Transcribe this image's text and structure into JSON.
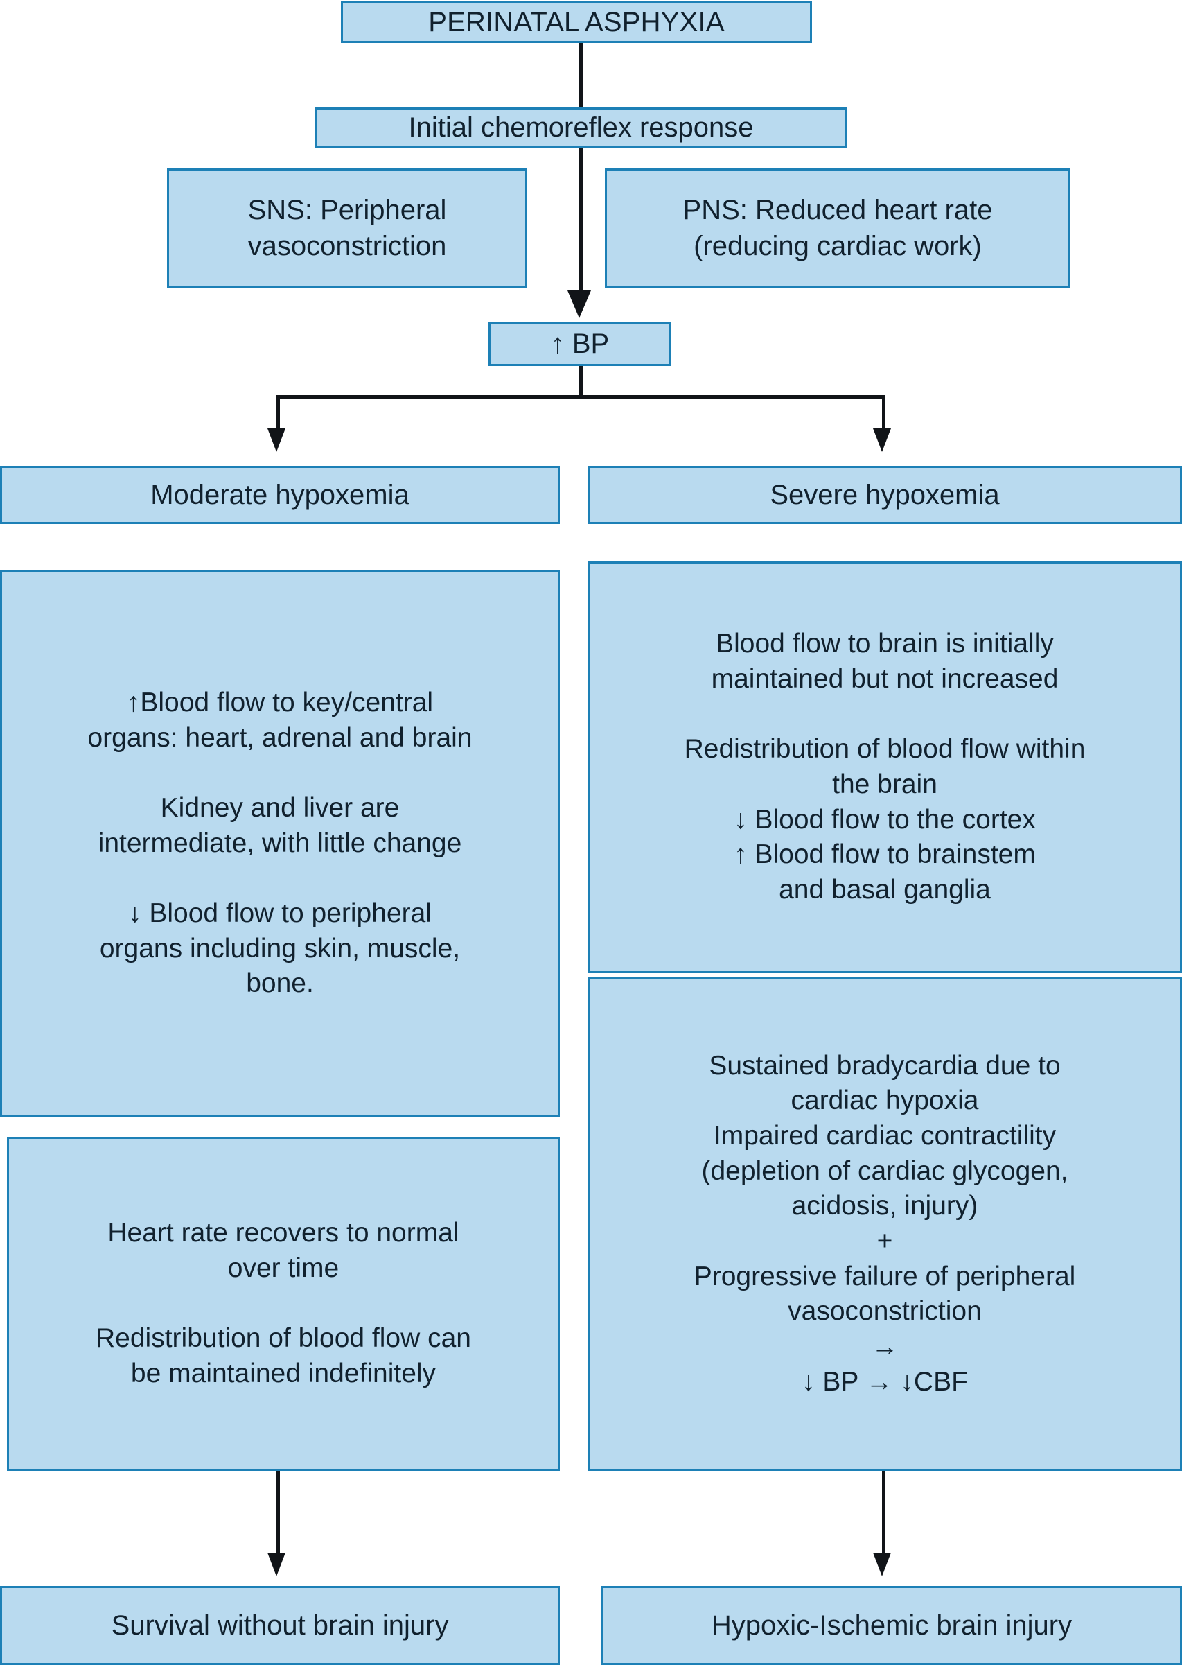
{
  "diagram": {
    "title": "Perinatal asphyxia cardiovascular response flowchart",
    "colors": {
      "box_fill": "#b9daef",
      "box_border": "#1d80b6",
      "text": "#11212e",
      "connector": "#111418",
      "background": "#ffffff"
    },
    "nodes": {
      "perinatal_asphyxia": "PERINATAL ASPHYXIA",
      "initial_chemoreflex": "Initial chemoreflex response",
      "sns": "SNS: Peripheral\nvasoconstriction",
      "pns": "PNS: Reduced heart rate\n(reducing cardiac work)",
      "bp_increase": "↑ BP",
      "moderate_hypoxemia": "Moderate hypoxemia",
      "severe_hypoxemia": "Severe hypoxemia",
      "moderate_detail": "↑Blood flow to key/central\norgans: heart, adrenal and brain\n\nKidney and liver are\nintermediate, with little change\n\n↓ Blood flow to peripheral\norgans including skin, muscle,\nbone.",
      "moderate_outcome_detail": "Heart rate recovers to normal\nover time\n\nRedistribution of blood flow can\nbe maintained indefinitely",
      "severe_detail": "Blood flow to brain is initially\nmaintained but not increased\n\nRedistribution of blood flow within\nthe brain\n↓ Blood flow to the cortex\n↑  Blood flow to brainstem\nand basal ganglia",
      "severe_cardiac_detail": "Sustained bradycardia due to\ncardiac hypoxia\nImpaired cardiac contractility\n(depletion of cardiac glycogen,\nacidosis, injury)\n+\nProgressive failure of peripheral\nvasoconstriction\n→\n↓ BP  →  ↓CBF",
      "survival_outcome": "Survival without brain injury",
      "injury_outcome": "Hypoxic-Ischemic brain injury"
    },
    "connectors": [
      {
        "name": "perinatal-to-chemoreflex",
        "kind": "vertical-line"
      },
      {
        "name": "chemoreflex-to-bp",
        "kind": "vertical-arrow"
      },
      {
        "name": "bp-branch",
        "kind": "split-arrow-two-way"
      },
      {
        "name": "moderate-to-survival",
        "kind": "vertical-arrow"
      },
      {
        "name": "severe-to-injury",
        "kind": "vertical-arrow"
      }
    ]
  }
}
